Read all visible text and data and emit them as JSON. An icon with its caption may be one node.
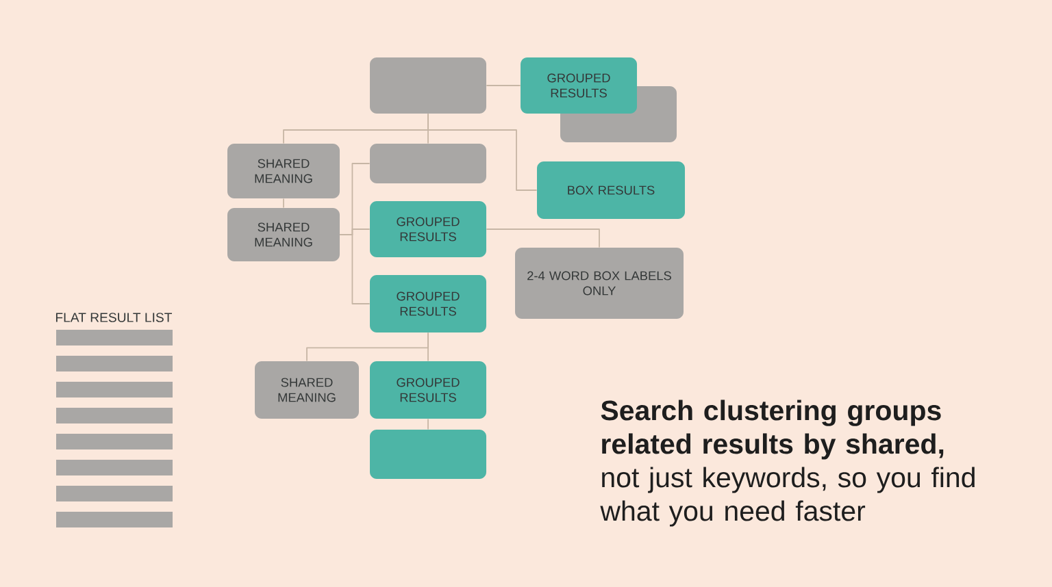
{
  "diagram": {
    "nodes": [
      {
        "text": [],
        "shape": "box"
      },
      {
        "text": [
          "GROUPED RESULTS"
        ]
      },
      {
        "text": [],
        "shape": "box"
      },
      {
        "text": [
          "SHARED MEANING"
        ]
      },
      {
        "text": [],
        "shape": "box"
      },
      {
        "text": [
          "BOX RESULTS"
        ]
      },
      {
        "text": [
          "SHARED MEANING"
        ]
      },
      {
        "text": [
          "GROUPED RESULTS"
        ]
      },
      {
        "text": [
          "2-4 WORD BOX LABELS ONLY"
        ]
      },
      {
        "text": [
          "GROUPED RESULTS"
        ]
      },
      {
        "text": [
          "SHARED MEANING"
        ]
      },
      {
        "text": [
          "GROUPED RESULTS"
        ]
      },
      {
        "text": [],
        "shape": "box"
      }
    ],
    "edges": [
      {
        "from": 0,
        "to": 1,
        "arrow": "none"
      },
      {
        "from": 0,
        "to": 3,
        "arrow": "none"
      },
      {
        "from": 0,
        "to": 4,
        "arrow": "none"
      },
      {
        "from": 0,
        "to": 5,
        "arrow": "none"
      },
      {
        "from": 3,
        "to": 6,
        "arrow": "none"
      },
      {
        "from": 6,
        "to": 4,
        "arrow": "none"
      },
      {
        "from": 6,
        "to": 7,
        "arrow": "none"
      },
      {
        "from": 6,
        "to": 9,
        "arrow": "none"
      },
      {
        "from": 7,
        "to": 8,
        "arrow": "none"
      },
      {
        "from": 9,
        "to": 10,
        "arrow": "none"
      },
      {
        "from": 9,
        "to": 11,
        "arrow": "none"
      },
      {
        "from": 11,
        "to": 12,
        "arrow": "none"
      }
    ],
    "labels": [
      "FLAT RESULT LIST",
      "**Search clustering groups related results by shared,** not just keywords, so you find what you need faster"
    ]
  }
}
